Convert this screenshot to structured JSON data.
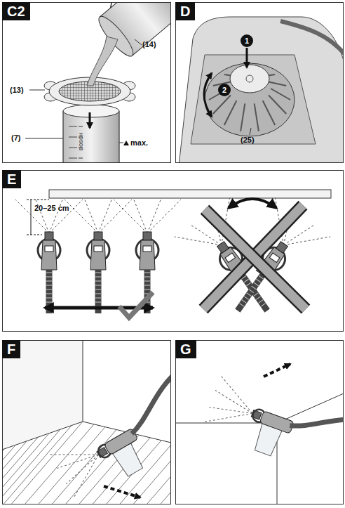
{
  "diagram": {
    "nodes": [
      {
        "text": [
          "C2"
        ]
      },
      {
        "text": [
          "D"
        ]
      },
      {
        "text": [
          "1"
        ],
        "in": 1
      },
      {
        "text": [
          "2"
        ],
        "in": 1
      },
      {
        "text": [
          "E"
        ]
      },
      {
        "text": [
          "F"
        ]
      },
      {
        "text": [
          "G"
        ]
      }
    ],
    "labels": [
      "(14)",
      "(13)",
      "(7)",
      "BOSCH",
      "max.",
      "(25)",
      "20–25 cm"
    ]
  }
}
